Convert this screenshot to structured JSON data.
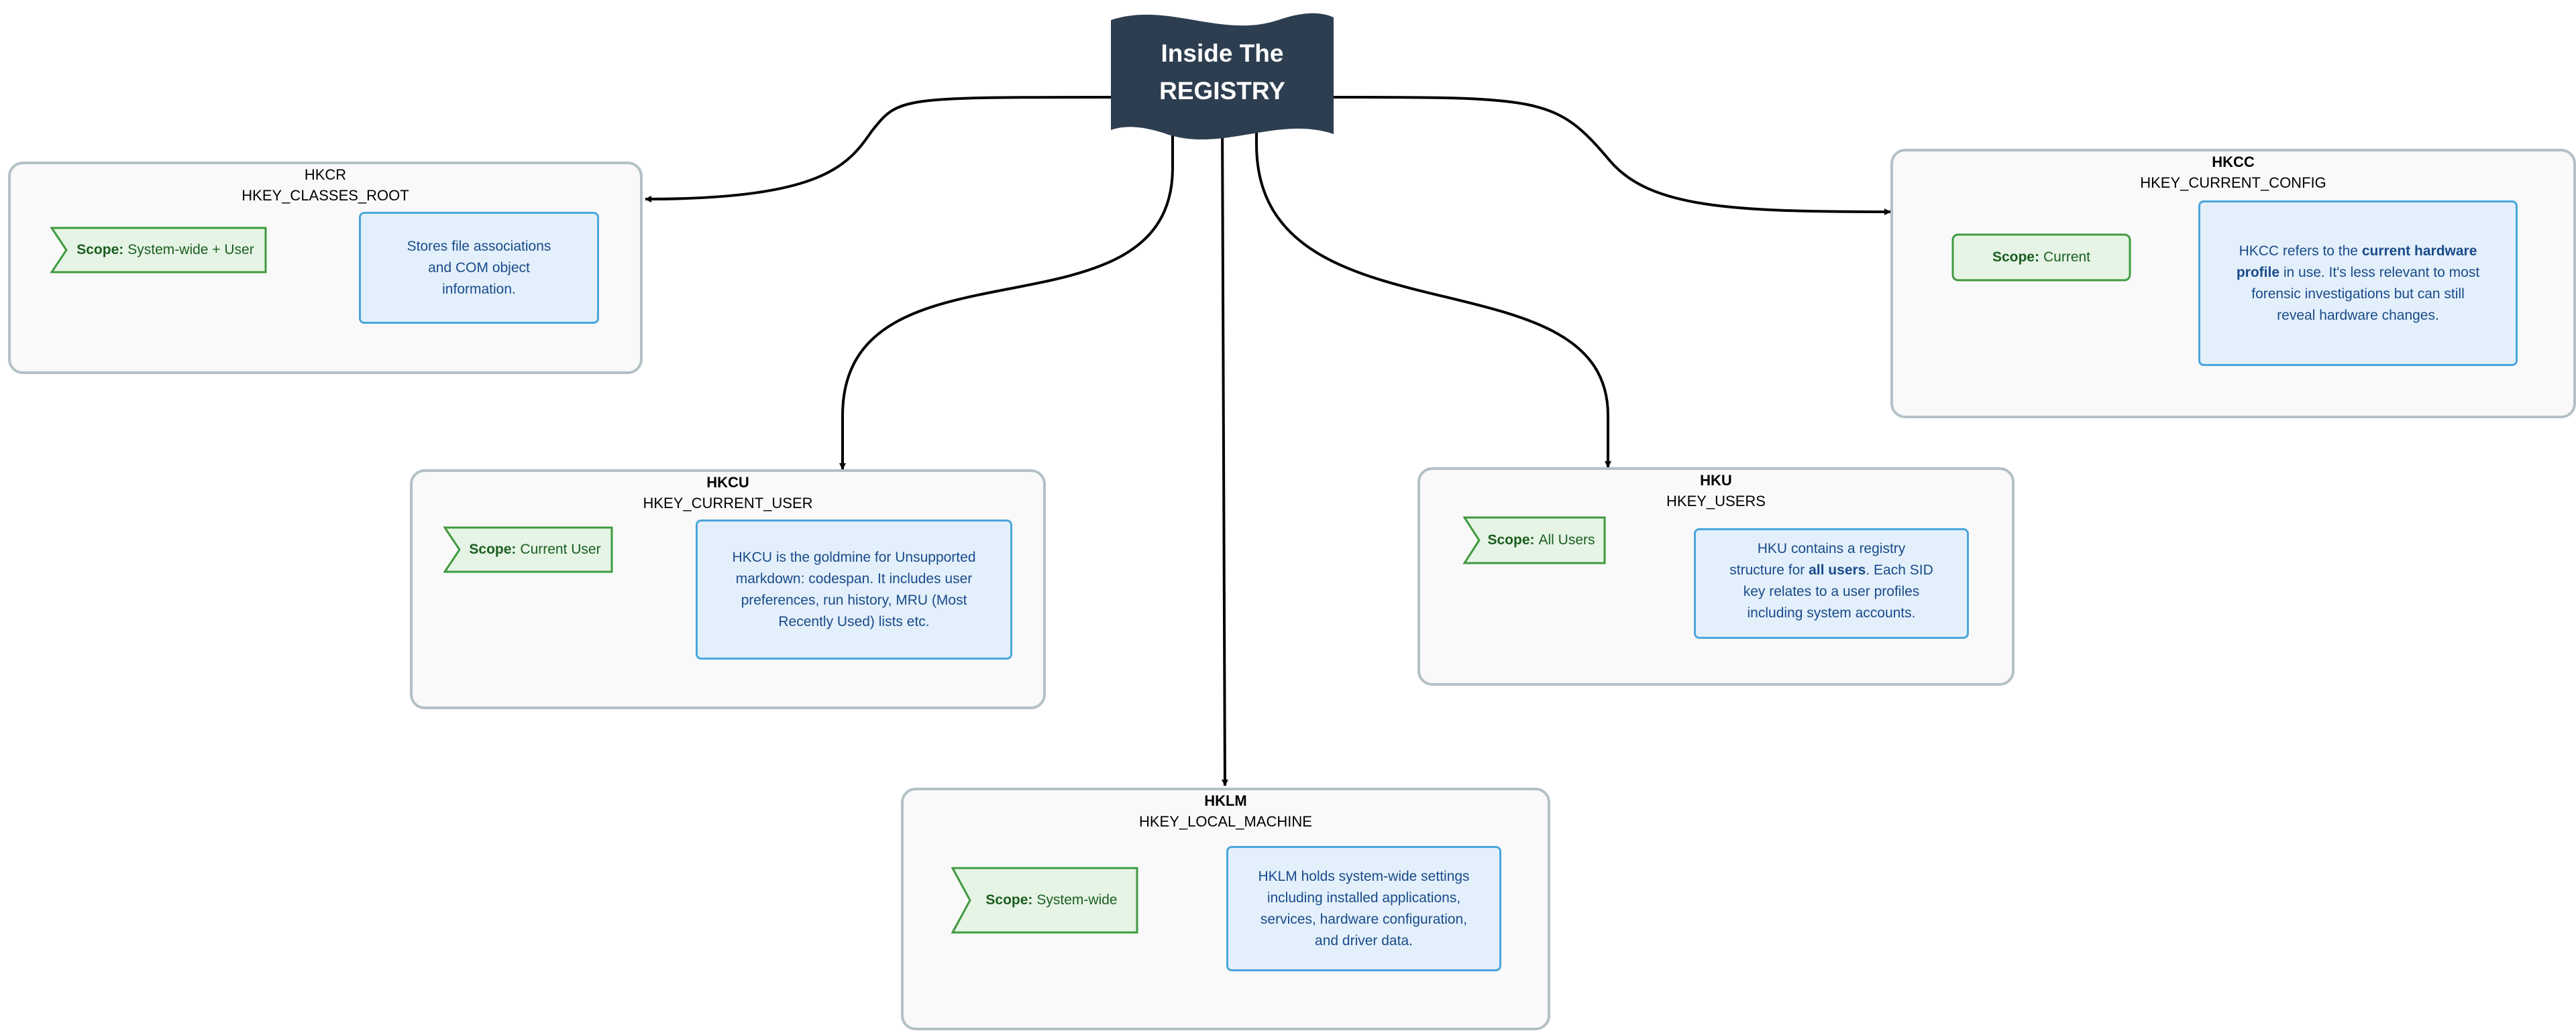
{
  "header": {
    "line1": "Inside The",
    "line2": "REGISTRY"
  },
  "colors": {
    "banner": "#2d3e50",
    "group_border": "#b3c1c6",
    "group_fill": "#f9f9f9",
    "scope_fill": "#e5f4e5",
    "scope_border": "#3f9a3f",
    "info_fill": "#e3f0fb",
    "info_border": "#4aa6dc",
    "info_text": "#1a4a8a"
  },
  "hives": {
    "hkcr": {
      "abbr": "HKCR",
      "full": "HKEY_CLASSES_ROOT",
      "scope_key": "Scope:",
      "scope_value": "System-wide + User",
      "info": "Stores file associations and COM object information."
    },
    "hkcu": {
      "abbr": "HKCU",
      "full": "HKEY_CURRENT_USER",
      "scope_key": "Scope:",
      "scope_value": "Current User",
      "info": "HKCU is the goldmine for Unsupported markdown: codespan. It includes user preferences, run history, MRU (Most Recently Used) lists etc."
    },
    "hklm": {
      "abbr": "HKLM",
      "full": "HKEY_LOCAL_MACHINE",
      "scope_key": "Scope:",
      "scope_value": "System-wide",
      "info": "HKLM holds system-wide settings including installed applications, services, hardware configuration, and driver data."
    },
    "hku": {
      "abbr": "HKU",
      "full": "HKEY_USERS",
      "scope_key": "Scope:",
      "scope_value": "All Users",
      "info_pre": "HKU contains a registry structure for ",
      "info_bold": "all users",
      "info_post": ". Each SID key relates to a user profiles including system accounts."
    },
    "hkcc": {
      "abbr": "HKCC",
      "full": "HKEY_CURRENT_CONFIG",
      "scope_key": "Scope:",
      "scope_value": "Current",
      "info_pre": "HKCC refers to the ",
      "info_bold": "current hardware profile",
      "info_post": " in use. It's less relevant to most forensic investigations but can still reveal hardware changes."
    }
  }
}
